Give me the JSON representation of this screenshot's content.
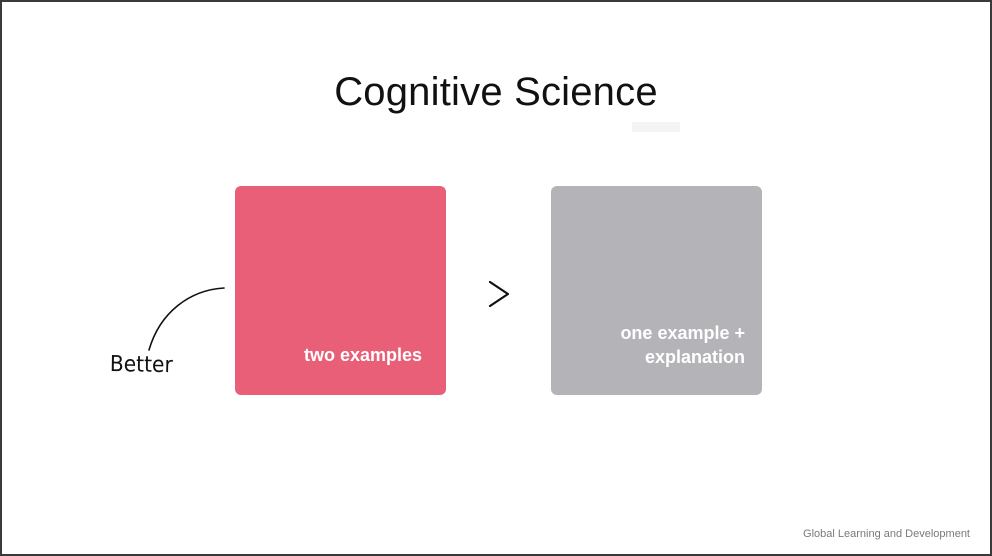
{
  "slide": {
    "title": "Cognitive Science",
    "left_box": {
      "label": "two examples",
      "color": "#ea5f78"
    },
    "comparison_symbol": ">",
    "right_box": {
      "label_line1": "one example +",
      "label_line2": "explanation",
      "color": "#b4b3b7"
    },
    "annotation": {
      "text": "Better"
    },
    "footer": "Global Learning and Development"
  }
}
